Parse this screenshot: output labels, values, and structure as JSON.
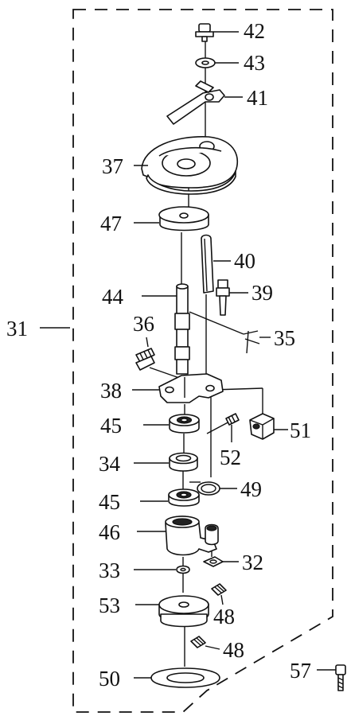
{
  "assembly_label": "31",
  "callouts": [
    {
      "id": "c42",
      "text": "42"
    },
    {
      "id": "c43",
      "text": "43"
    },
    {
      "id": "c41",
      "text": "41"
    },
    {
      "id": "c37",
      "text": "37"
    },
    {
      "id": "c47",
      "text": "47"
    },
    {
      "id": "c40",
      "text": "40"
    },
    {
      "id": "c39",
      "text": "39"
    },
    {
      "id": "c44",
      "text": "44"
    },
    {
      "id": "c36",
      "text": "36"
    },
    {
      "id": "c35",
      "text": "35"
    },
    {
      "id": "c38",
      "text": "38"
    },
    {
      "id": "c45a",
      "text": "45"
    },
    {
      "id": "c51",
      "text": "51"
    },
    {
      "id": "c52",
      "text": "52"
    },
    {
      "id": "c34",
      "text": "34"
    },
    {
      "id": "c49",
      "text": "49"
    },
    {
      "id": "c45b",
      "text": "45"
    },
    {
      "id": "c46",
      "text": "46"
    },
    {
      "id": "c32",
      "text": "32"
    },
    {
      "id": "c33",
      "text": "33"
    },
    {
      "id": "c53",
      "text": "53"
    },
    {
      "id": "c48a",
      "text": "48"
    },
    {
      "id": "c48b",
      "text": "48"
    },
    {
      "id": "c50",
      "text": "50"
    },
    {
      "id": "c57",
      "text": "57"
    }
  ]
}
